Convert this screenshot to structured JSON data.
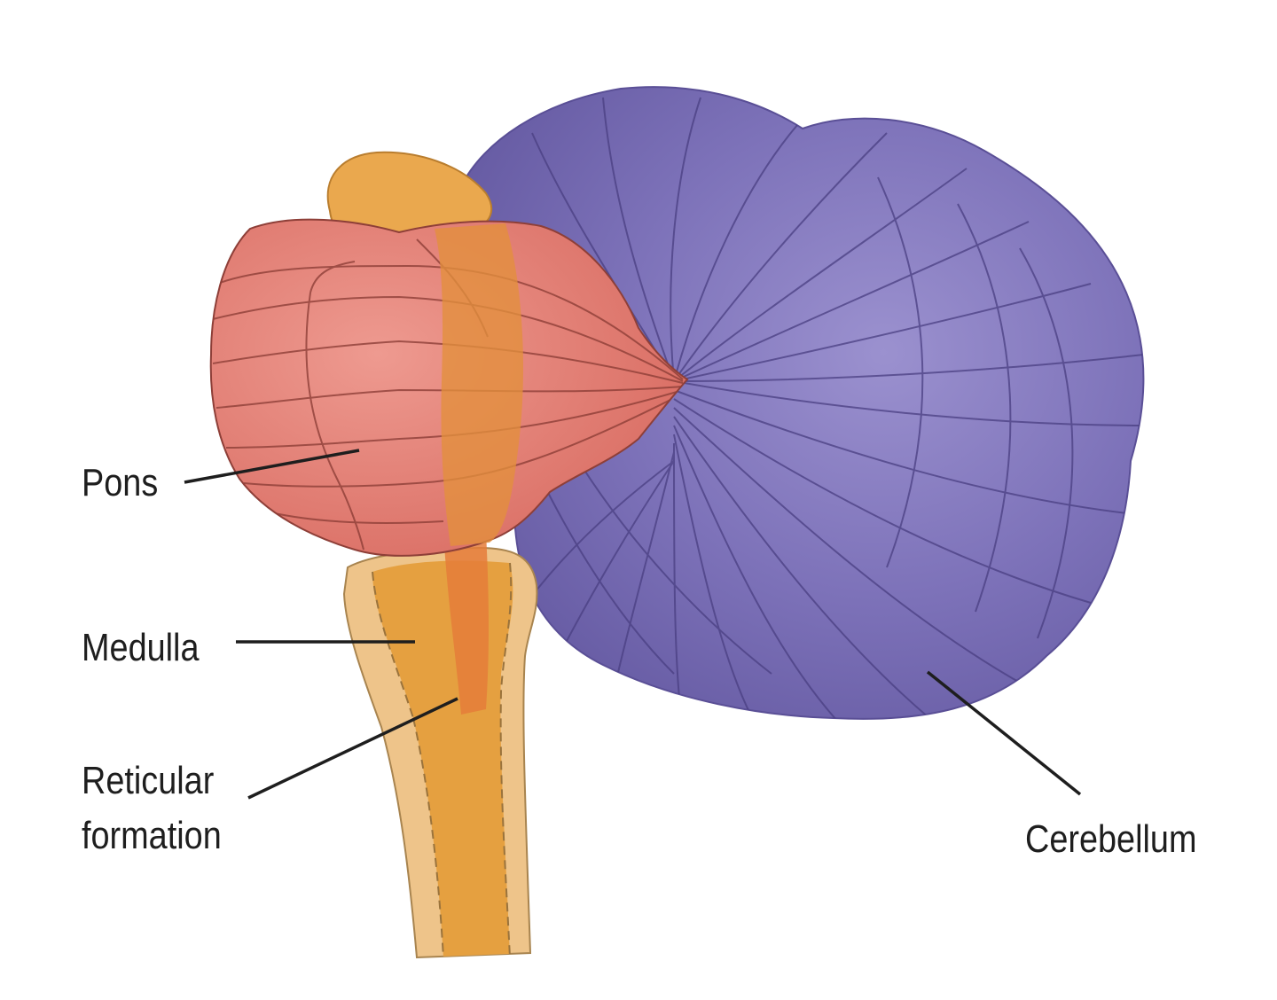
{
  "labels": {
    "pons": "Pons",
    "medulla": "Medulla",
    "reticular_line1": "Reticular",
    "reticular_line2": "formation",
    "cerebellum": "Cerebellum"
  },
  "colors": {
    "cerebellum": "#6e62ac",
    "cerebellum_light": "#958acb",
    "pons": "#dd7269",
    "pons_light": "#ec9a8e",
    "medulla": "#e2a64a",
    "medulla_outline": "#eec48a",
    "reticular": "#e79238",
    "midbrain_cap": "#ebaa4e",
    "leader_line": "#1e1e1e"
  }
}
